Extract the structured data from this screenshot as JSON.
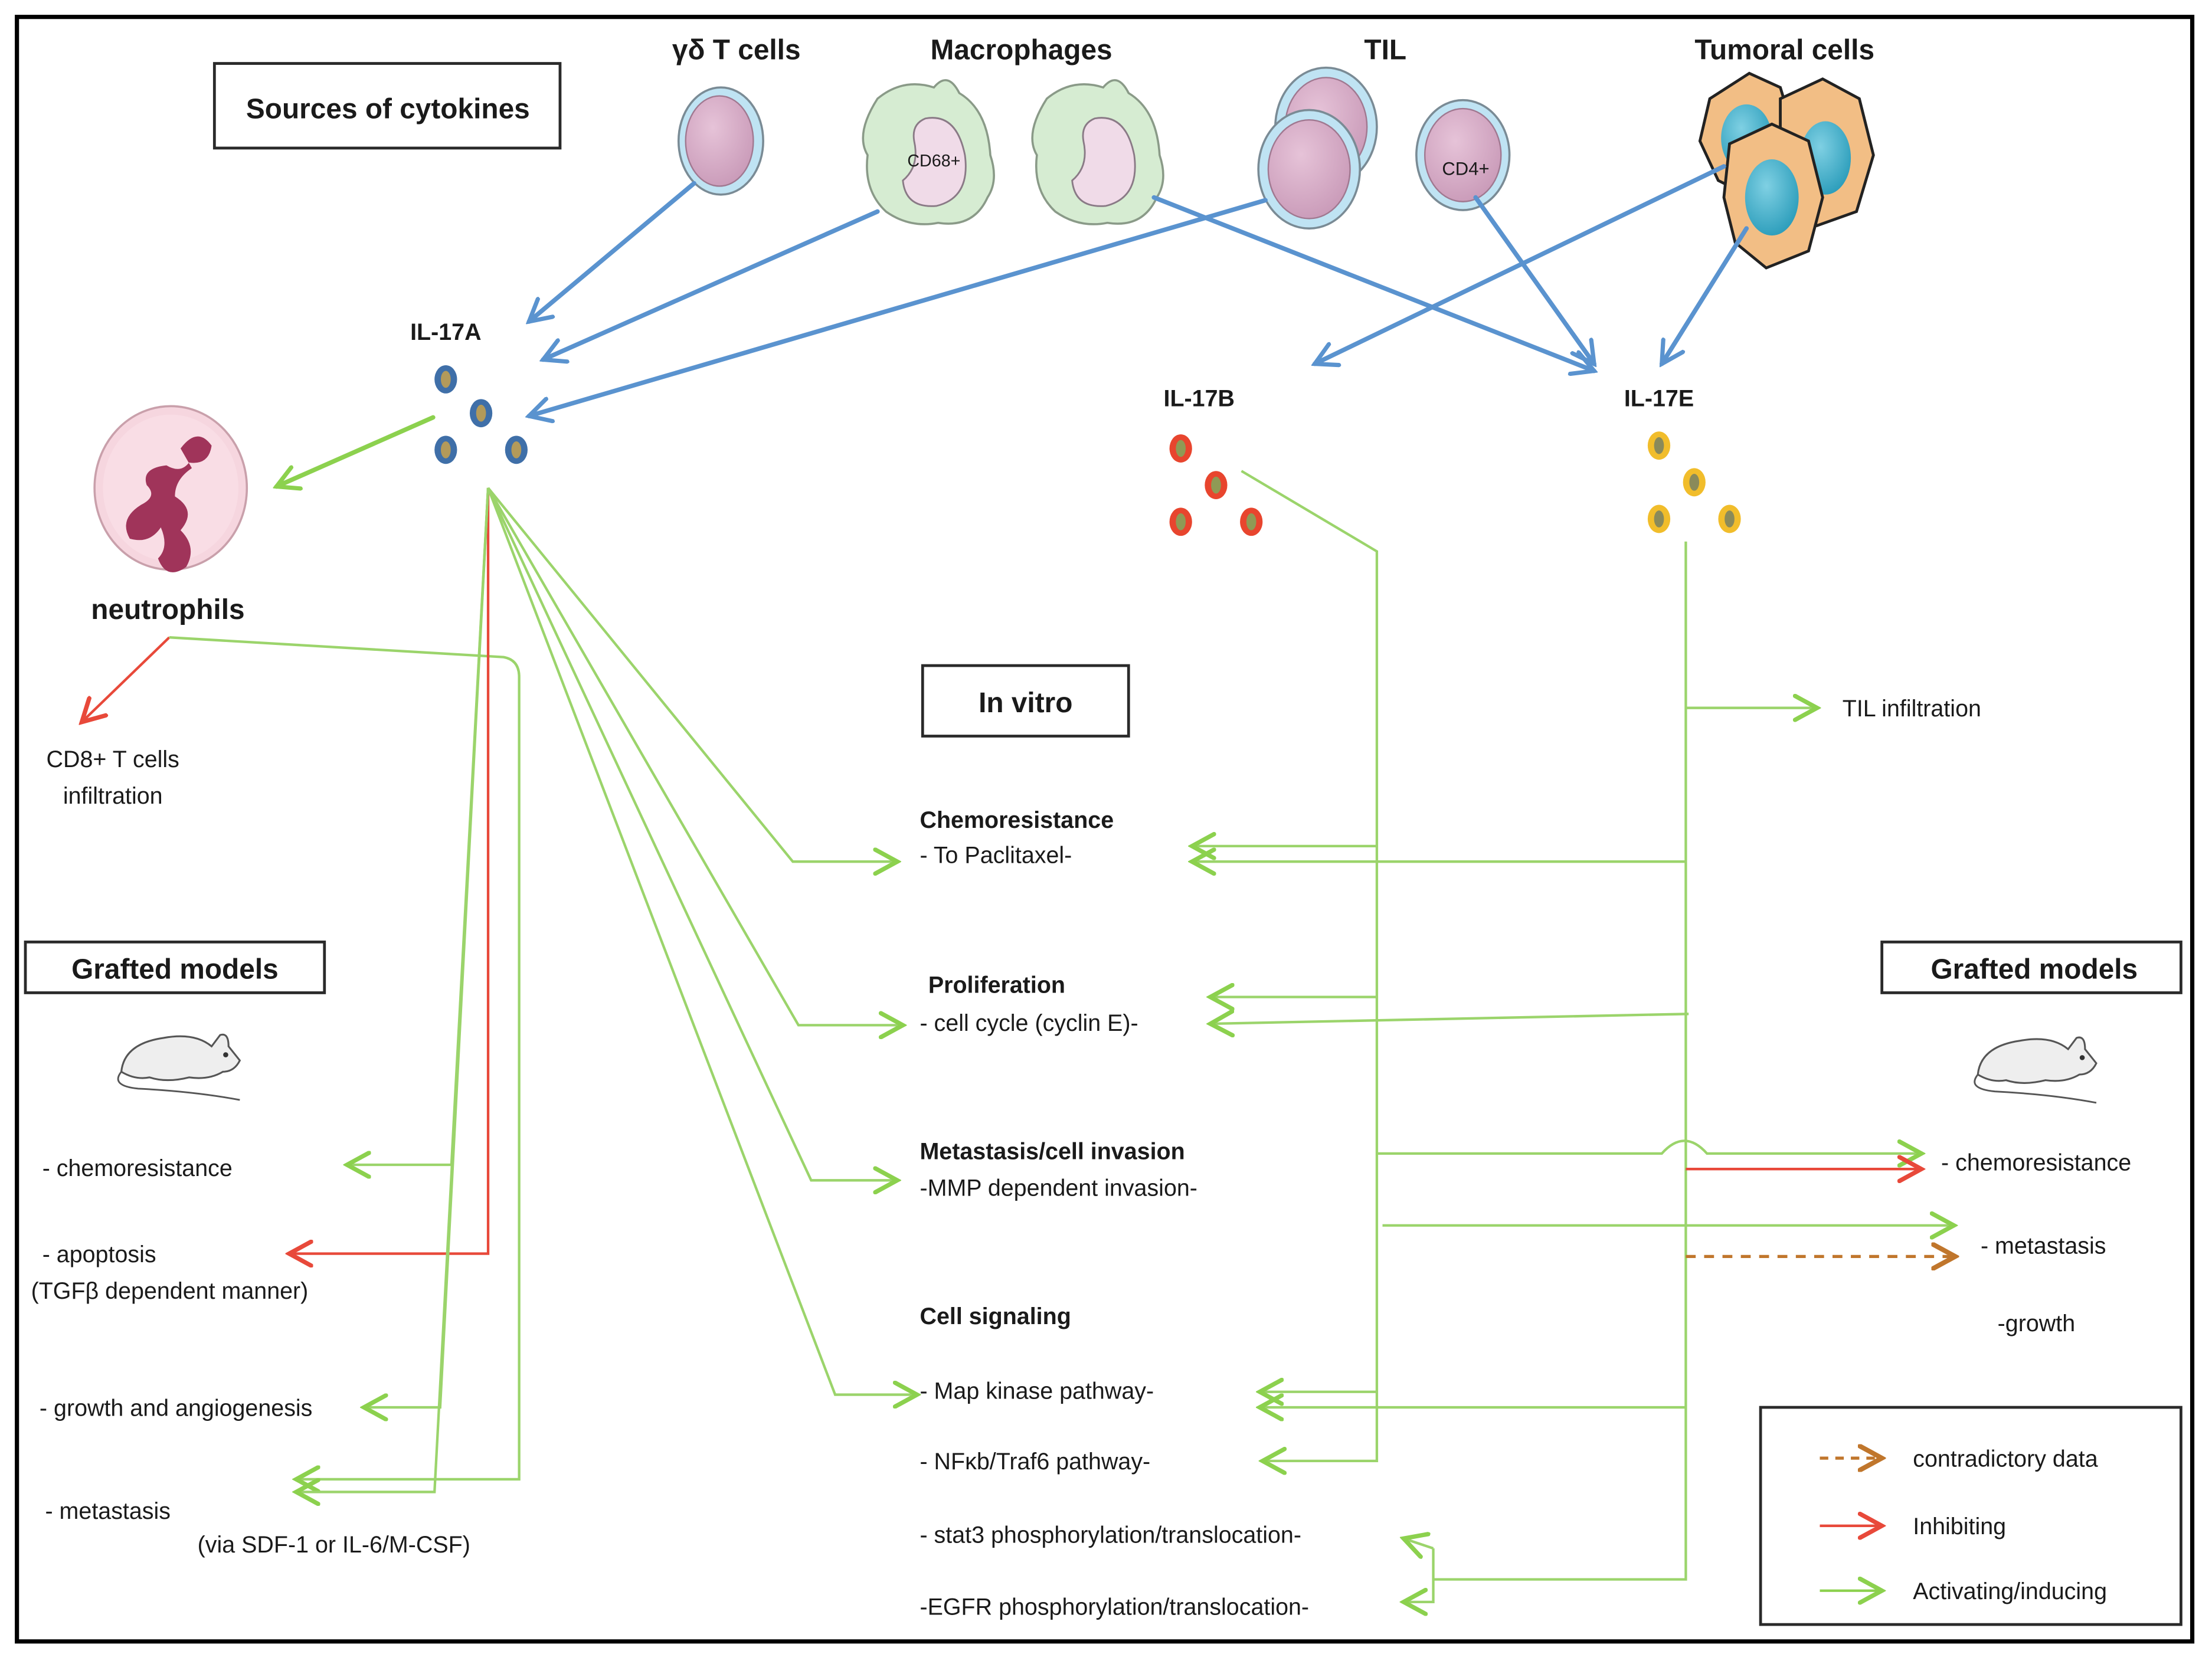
{
  "title_box": "Sources of cytokines",
  "sources": [
    {
      "id": "gd-t",
      "label": "γδ  T cells"
    },
    {
      "id": "macrophages",
      "label": "Macrophages",
      "marker": "CD68+"
    },
    {
      "id": "til",
      "label": "TIL",
      "marker": "CD4+"
    },
    {
      "id": "tumoral",
      "label": "Tumoral cells"
    }
  ],
  "cytokines": {
    "il17a": {
      "label": "IL-17A",
      "color": "#3f6fa8",
      "core": "#b39a5a"
    },
    "il17b": {
      "label": "IL-17B",
      "color": "#e8452e",
      "core": "#8f9a55"
    },
    "il17e": {
      "label": "IL-17E",
      "color": "#f1bd2b",
      "core": "#8a8a5a"
    }
  },
  "neutrophils": {
    "label": "neutrophils",
    "effect": [
      "CD8+ T cells",
      "infiltration"
    ]
  },
  "in_vitro": {
    "box_label": "In vitro",
    "groups": [
      {
        "title": "Chemoresistance",
        "items": [
          "- To Paclitaxel-"
        ]
      },
      {
        "title": "Proliferation",
        "items": [
          "- cell cycle (cyclin E)-"
        ]
      },
      {
        "title": "Metastasis/cell invasion",
        "items": [
          "-MMP dependent invasion-"
        ]
      },
      {
        "title": "Cell signaling",
        "items": [
          "- Map kinase pathway-",
          "- NFκb/Traf6 pathway-",
          "- stat3 phosphorylation/translocation-",
          "-EGFR phosphorylation/translocation-"
        ]
      }
    ]
  },
  "grafted_left": {
    "box_label": "Grafted models",
    "items": [
      "- chemoresistance",
      "- apoptosis",
      "(TGFβ dependent manner)",
      "- growth and  angiogenesis",
      "- metastasis",
      "(via SDF-1 or IL-6/M-CSF)"
    ]
  },
  "grafted_right": {
    "box_label": "Grafted models",
    "items": [
      "- chemoresistance",
      "- metastasis",
      "-growth"
    ]
  },
  "til_infiltration": "TIL infiltration",
  "legend": {
    "items": [
      {
        "label": "contradictory data",
        "kind": "dashed",
        "color": "#c0762c"
      },
      {
        "label": "Inhibiting",
        "kind": "solid",
        "color": "#e8493a"
      },
      {
        "label": "Activating/inducing",
        "kind": "solid",
        "color": "#8cd14e"
      }
    ]
  },
  "colors": {
    "source_arrow": "#5a93cf",
    "activating": "#8cd14e",
    "inhibiting": "#e8493a",
    "contradictory": "#c0762c"
  }
}
